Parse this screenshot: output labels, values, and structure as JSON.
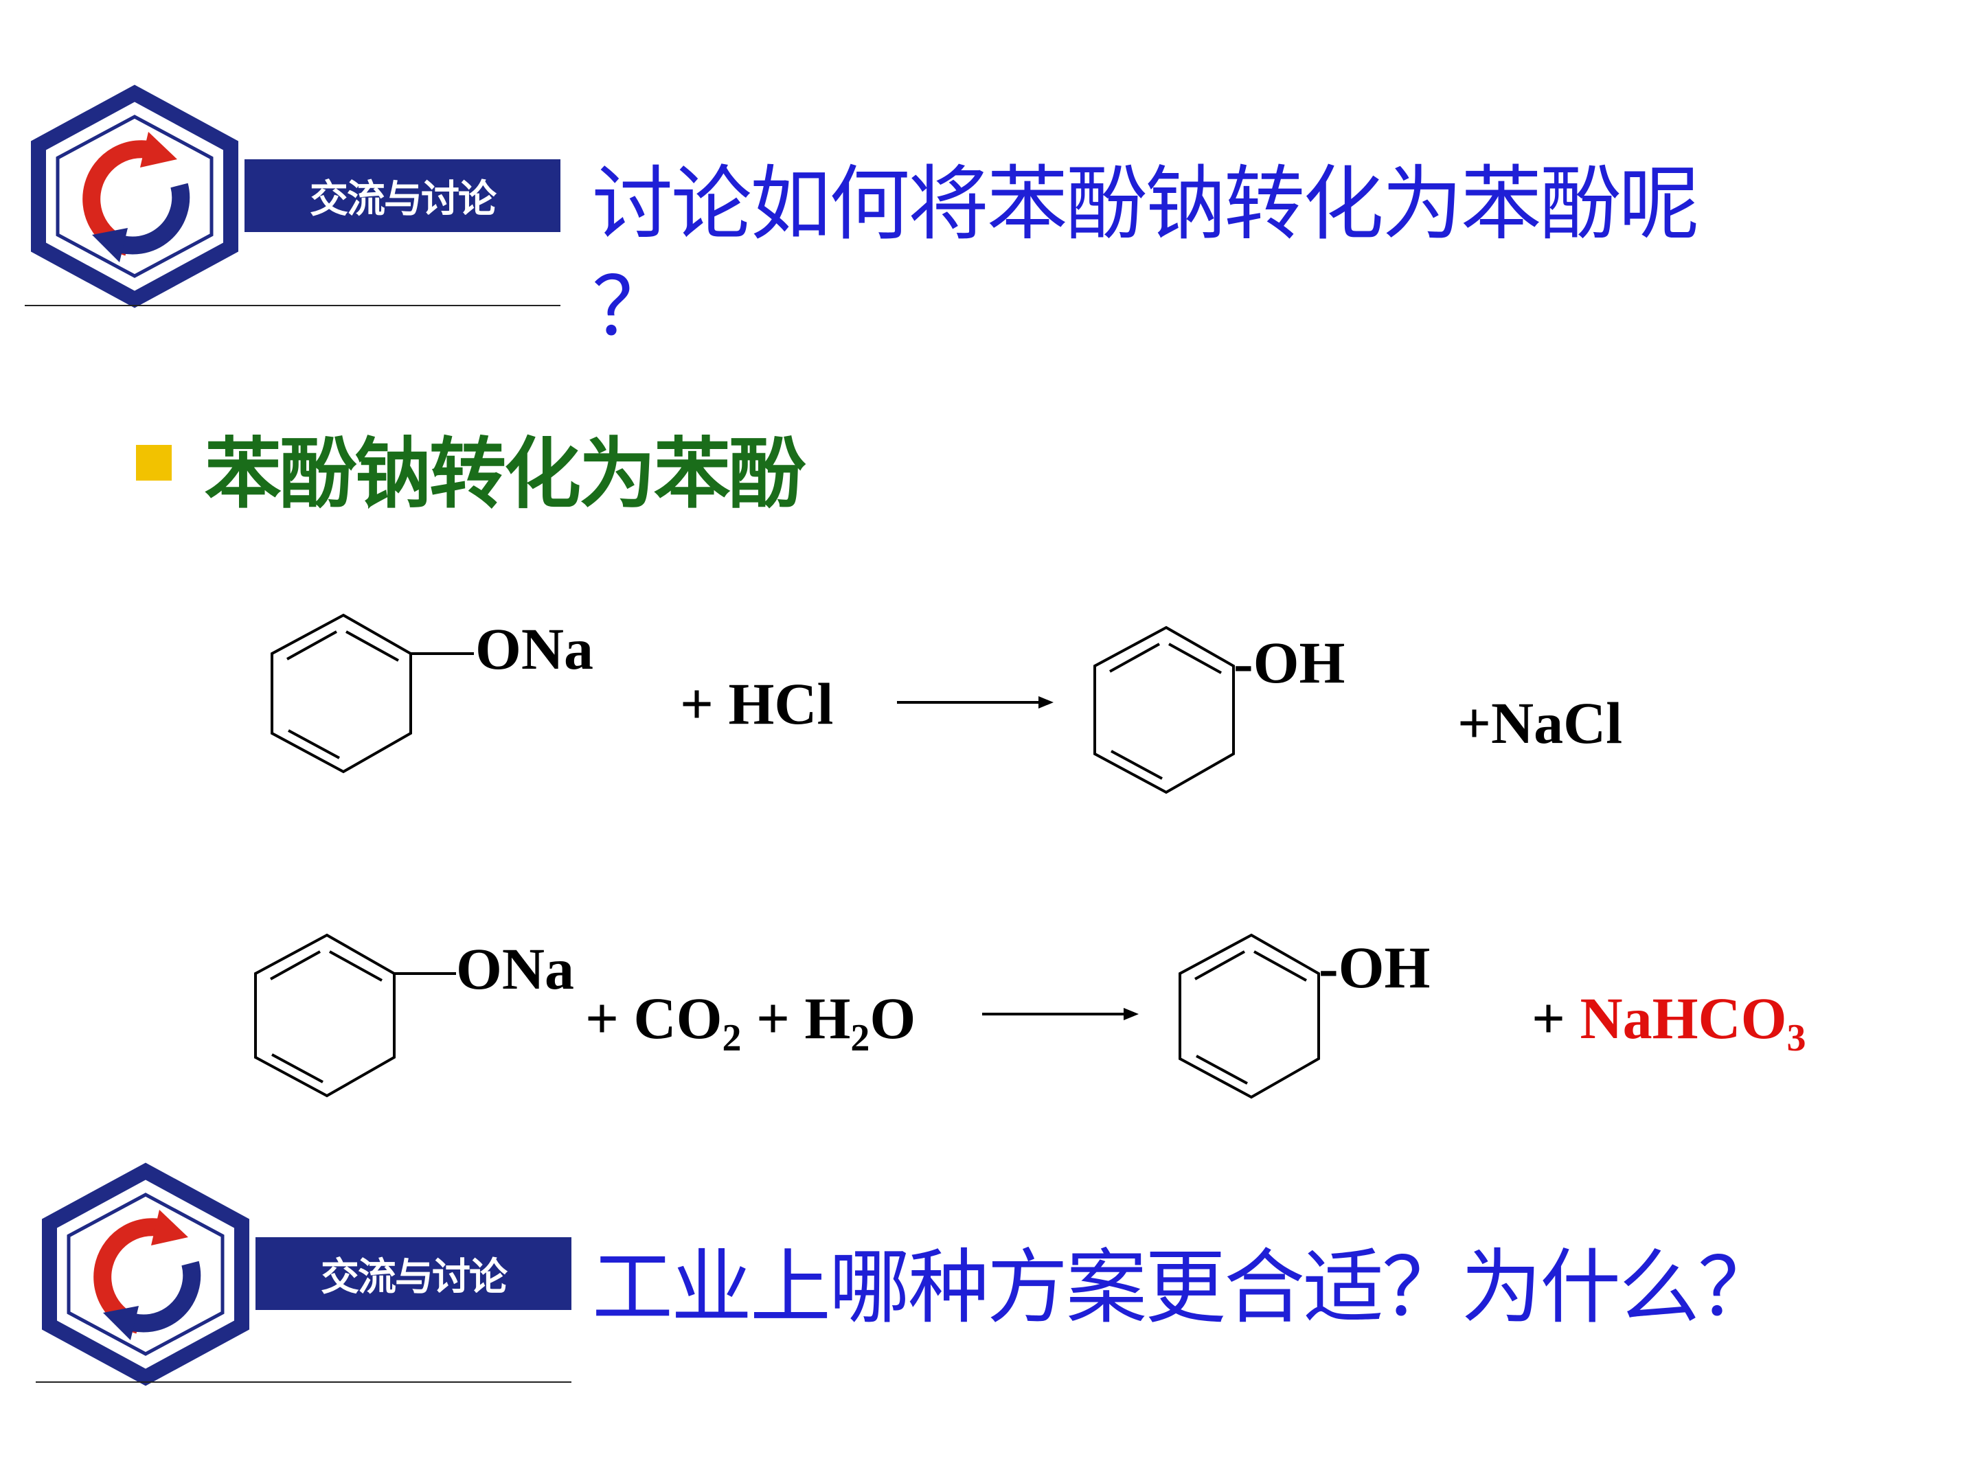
{
  "logo": {
    "banner_text": "交流与讨论"
  },
  "title": {
    "line1": "讨论如何将苯酚钠转化为苯酚呢",
    "line2": "？"
  },
  "section": {
    "heading": "苯酚钠转化为苯酚"
  },
  "reaction1": {
    "reactant_group": "ONa",
    "reagent": "+ HCl",
    "product_group": "OH",
    "byproduct": "+NaCl"
  },
  "reaction2": {
    "reactant_group": "ONa",
    "reagent_parts": [
      "+ CO",
      "2",
      " + H",
      "2",
      "O"
    ],
    "product_group": "OH",
    "byproduct_plus": "+ ",
    "byproduct_parts": [
      "NaHCO",
      "3"
    ]
  },
  "question": {
    "text": "工业上哪种方案更合适？为什么？"
  },
  "colors": {
    "title_blue": "#1f1fd6",
    "heading_green": "#1a6d1a",
    "bullet_yellow": "#f2c200",
    "highlight_red": "#e0100d",
    "logo_navy": "#1f2a85",
    "logo_red": "#d9261c"
  }
}
